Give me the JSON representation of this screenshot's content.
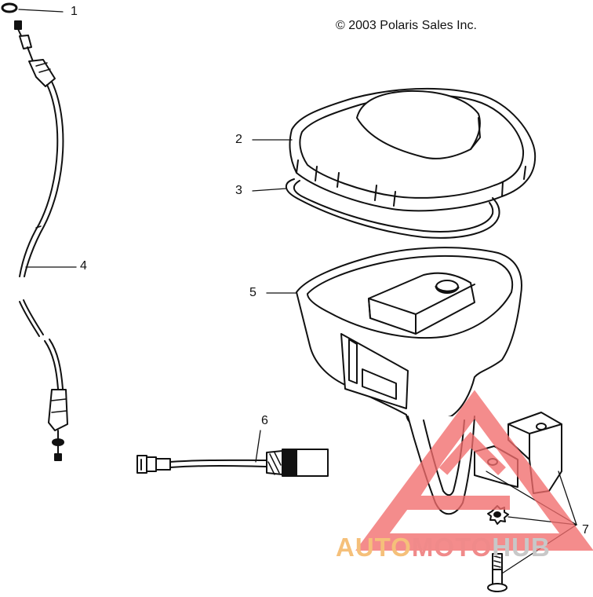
{
  "copyright": "© 2003 Polaris Sales Inc.",
  "callouts": [
    {
      "id": "1",
      "label": "1"
    },
    {
      "id": "2",
      "label": "2"
    },
    {
      "id": "3",
      "label": "3"
    },
    {
      "id": "4",
      "label": "4"
    },
    {
      "id": "5",
      "label": "5"
    },
    {
      "id": "6",
      "label": "6"
    },
    {
      "id": "7",
      "label": "7"
    }
  ],
  "watermark": {
    "part1": "AUTO",
    "part2": "MOTO",
    "part3": "HUB",
    "colors": {
      "part1": "#f5c07a",
      "part2": "#f08a8a",
      "part3": "#c8c8c8",
      "triangle": "#f26d6d"
    }
  }
}
